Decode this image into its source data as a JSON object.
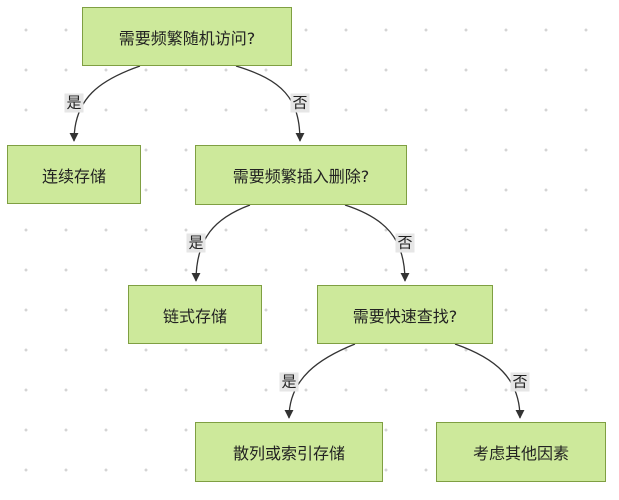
{
  "nodes": {
    "q1": "需要频繁随机访问?",
    "a1": "连续存储",
    "q2": "需要频繁插入删除?",
    "a2": "链式存储",
    "q3": "需要快速查找?",
    "a3": "散列或索引存储",
    "a4": "考虑其他因素"
  },
  "labels": {
    "yes": "是",
    "no": "否"
  },
  "colors": {
    "node_fill": "#cde99b",
    "node_border": "#7f9f42",
    "edge": "#333333",
    "label_bg": "#e6e6e6"
  }
}
